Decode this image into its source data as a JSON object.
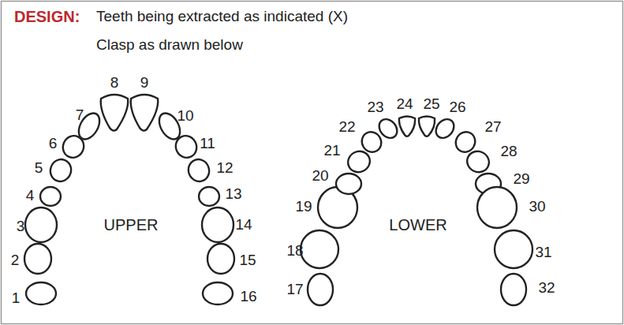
{
  "diagram": {
    "title": "DESIGN:",
    "labels": [
      "Teeth being extracted as indicated (X)",
      "Clasp as drawn below",
      "UPPER",
      "LOWER",
      "1",
      "2",
      "3",
      "4",
      "5",
      "6",
      "7",
      "8",
      "9",
      "10",
      "11",
      "12",
      "13",
      "14",
      "15",
      "16",
      "17",
      "18",
      "19",
      "20",
      "21",
      "22",
      "23",
      "24",
      "25",
      "26",
      "27",
      "28",
      "29",
      "30",
      "31",
      "32"
    ]
  }
}
